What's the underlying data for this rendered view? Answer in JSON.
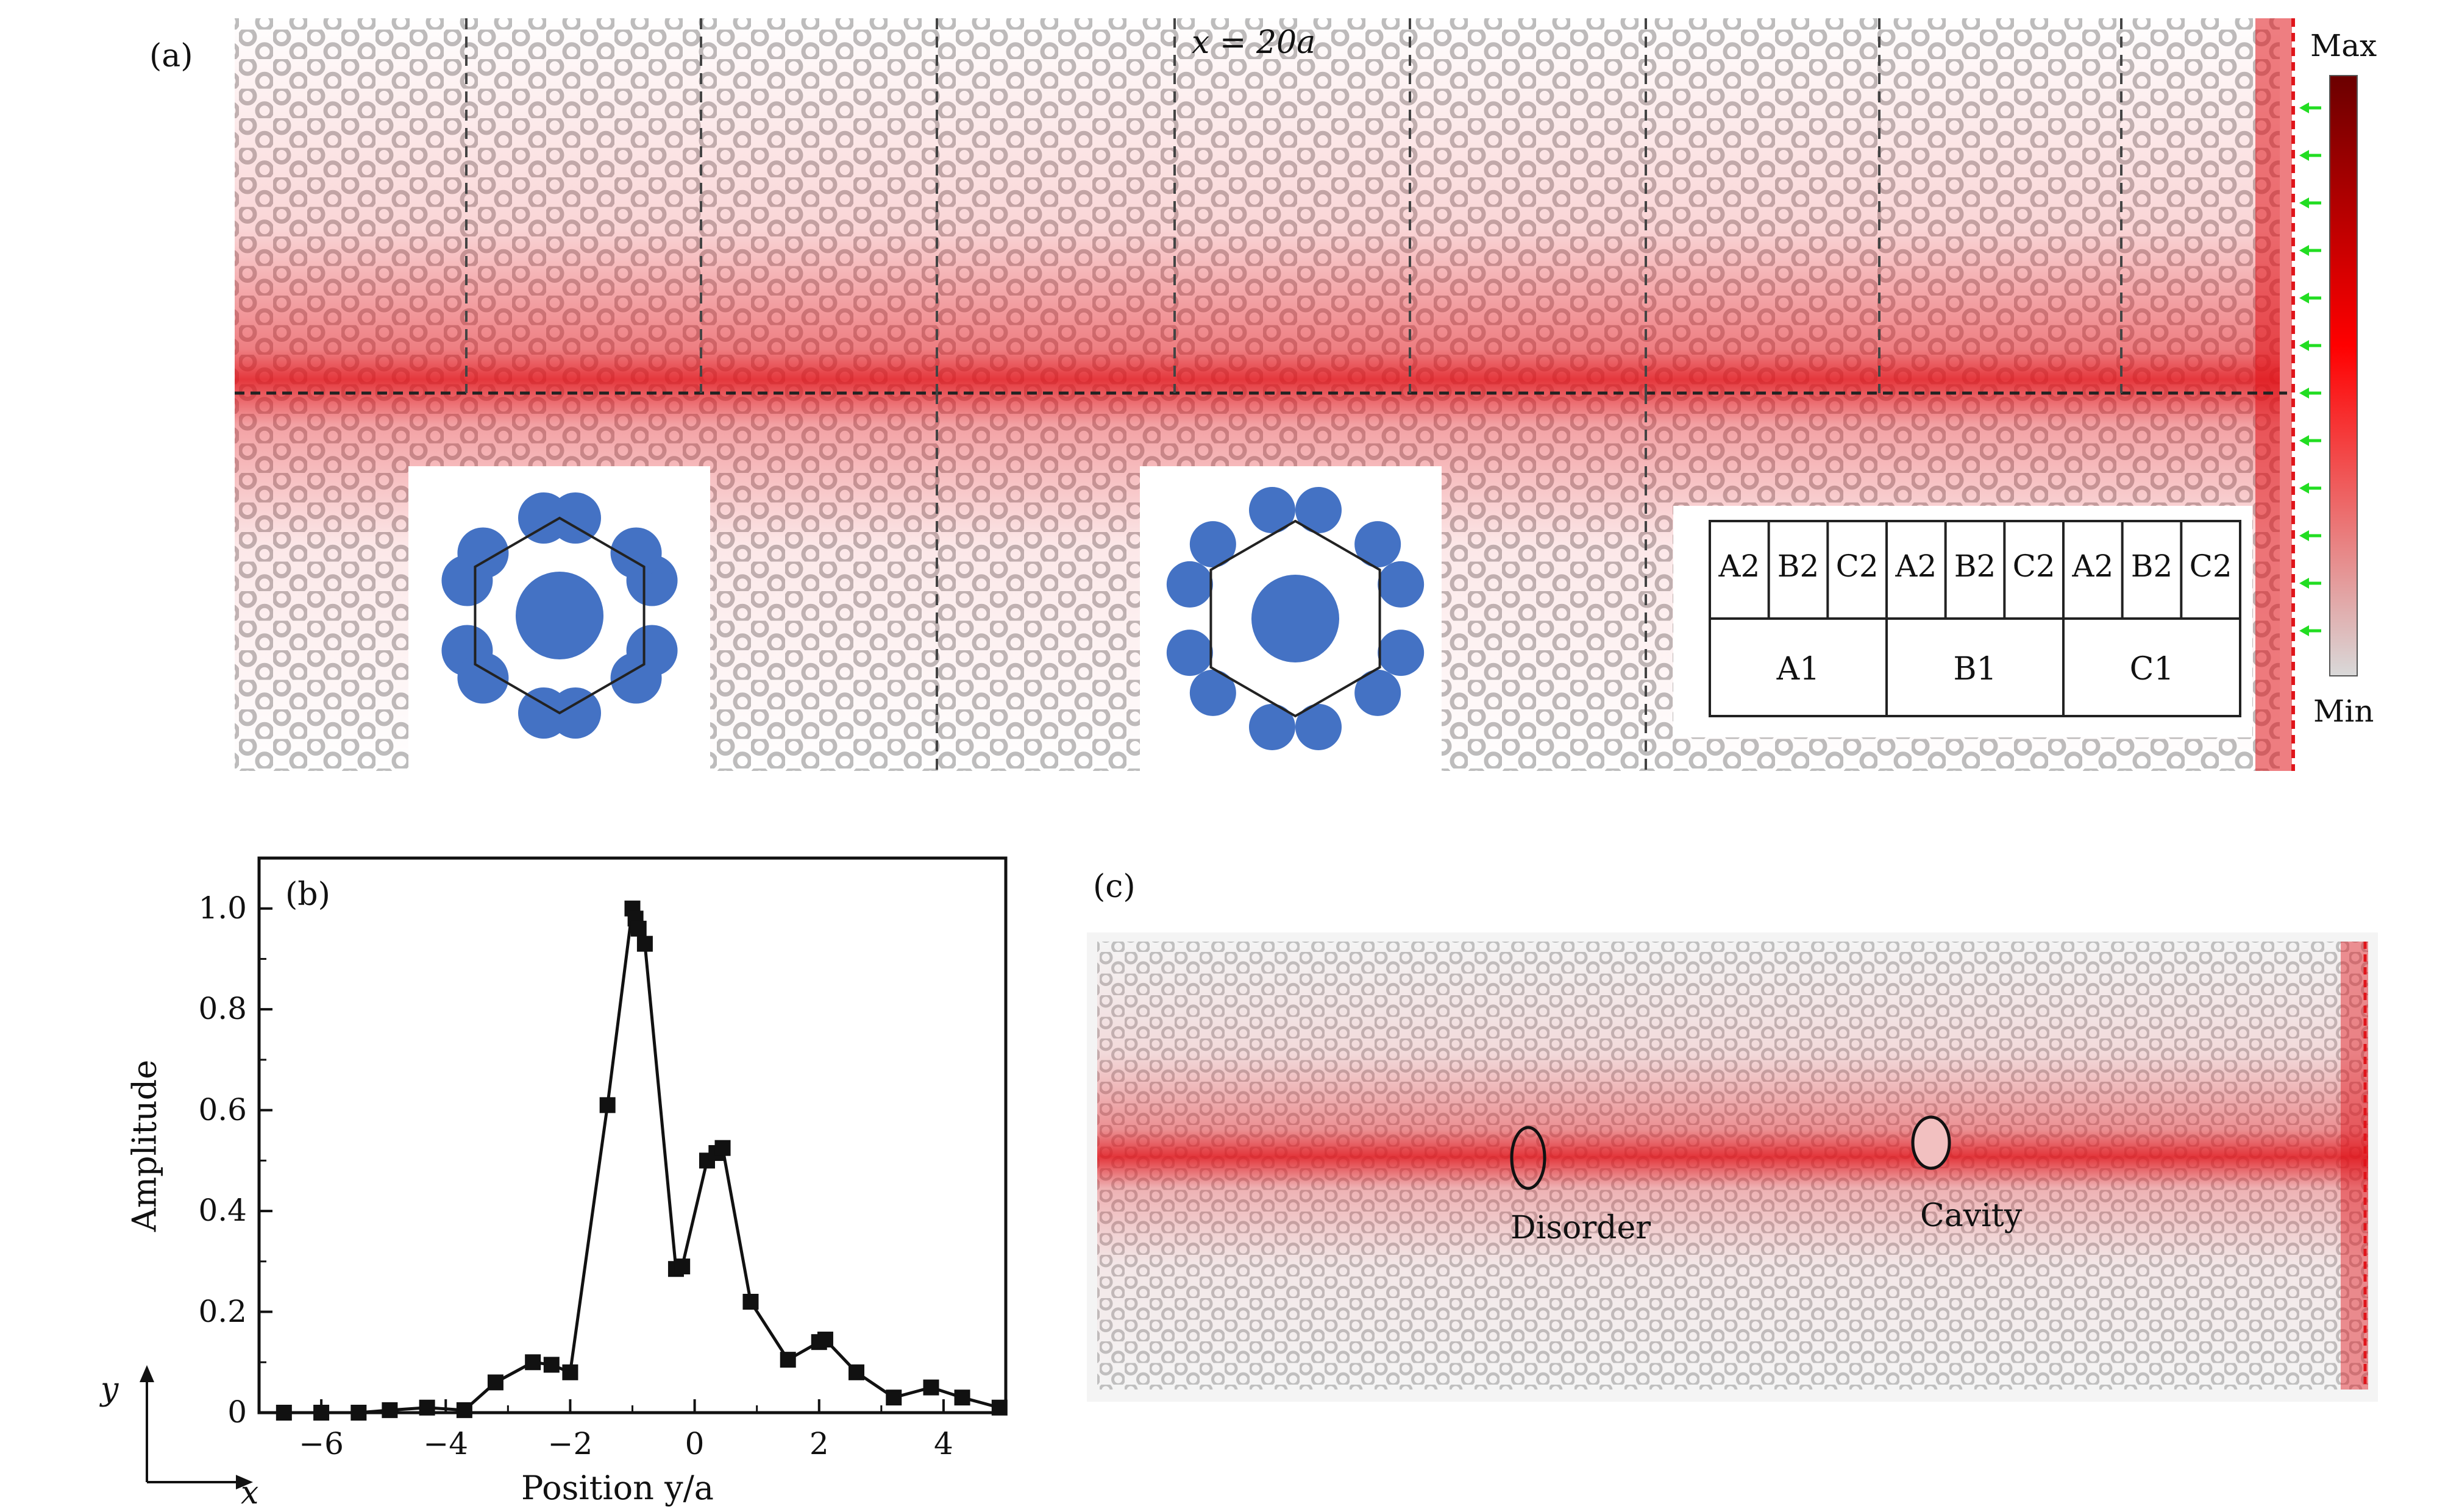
{
  "panels": {
    "a": {
      "label": "(a)",
      "annotation": "x = 20a",
      "colorbar": {
        "max_label": "Max",
        "min_label": "Min"
      },
      "table": {
        "top_row": [
          "A2",
          "B2",
          "C2",
          "A2",
          "B2",
          "C2",
          "A2",
          "B2",
          "C2"
        ],
        "bottom_row": [
          "A1",
          "B1",
          "C1"
        ]
      },
      "colors": {
        "field_high": "#e0141a",
        "lattice": "#b9b9b9",
        "unit_cell": "#4472c4",
        "source_arrows": "#22dd22"
      }
    },
    "b": {
      "label": "(b)"
    },
    "c": {
      "label": "(c)",
      "annotations": {
        "disorder": "Disorder",
        "cavity": "Cavity"
      }
    }
  },
  "axes_glyph": {
    "y": "y",
    "x": "x"
  },
  "chart_data": {
    "type": "line",
    "xlabel": "Position y/a",
    "ylabel": "Amplitude",
    "xlim": [
      -7,
      5
    ],
    "ylim": [
      0,
      1.1
    ],
    "xticks": [
      -6,
      -4,
      -2,
      0,
      2,
      4
    ],
    "xtick_labels": [
      "−6",
      "−4",
      "−2",
      "0",
      "2",
      "4"
    ],
    "yticks": [
      0,
      0.2,
      0.4,
      0.6,
      0.8,
      1.0
    ],
    "ytick_labels": [
      "0",
      "0.2",
      "0.4",
      "0.6",
      "0.8",
      "1.0"
    ],
    "grid": false,
    "marker": "square",
    "x": [
      -6.6,
      -6.0,
      -5.4,
      -4.9,
      -4.3,
      -3.7,
      -3.2,
      -2.6,
      -2.3,
      -2.0,
      -1.4,
      -1.0,
      -0.95,
      -0.9,
      -0.8,
      -0.3,
      -0.2,
      0.2,
      0.35,
      0.45,
      0.9,
      1.5,
      2.0,
      2.1,
      2.6,
      3.2,
      3.8,
      4.3,
      4.9
    ],
    "values": [
      0.0,
      0.0,
      0.0,
      0.005,
      0.01,
      0.005,
      0.06,
      0.1,
      0.095,
      0.08,
      0.61,
      1.0,
      0.98,
      0.96,
      0.93,
      0.285,
      0.29,
      0.5,
      0.515,
      0.525,
      0.22,
      0.105,
      0.14,
      0.145,
      0.08,
      0.03,
      0.05,
      0.03,
      0.01
    ]
  }
}
